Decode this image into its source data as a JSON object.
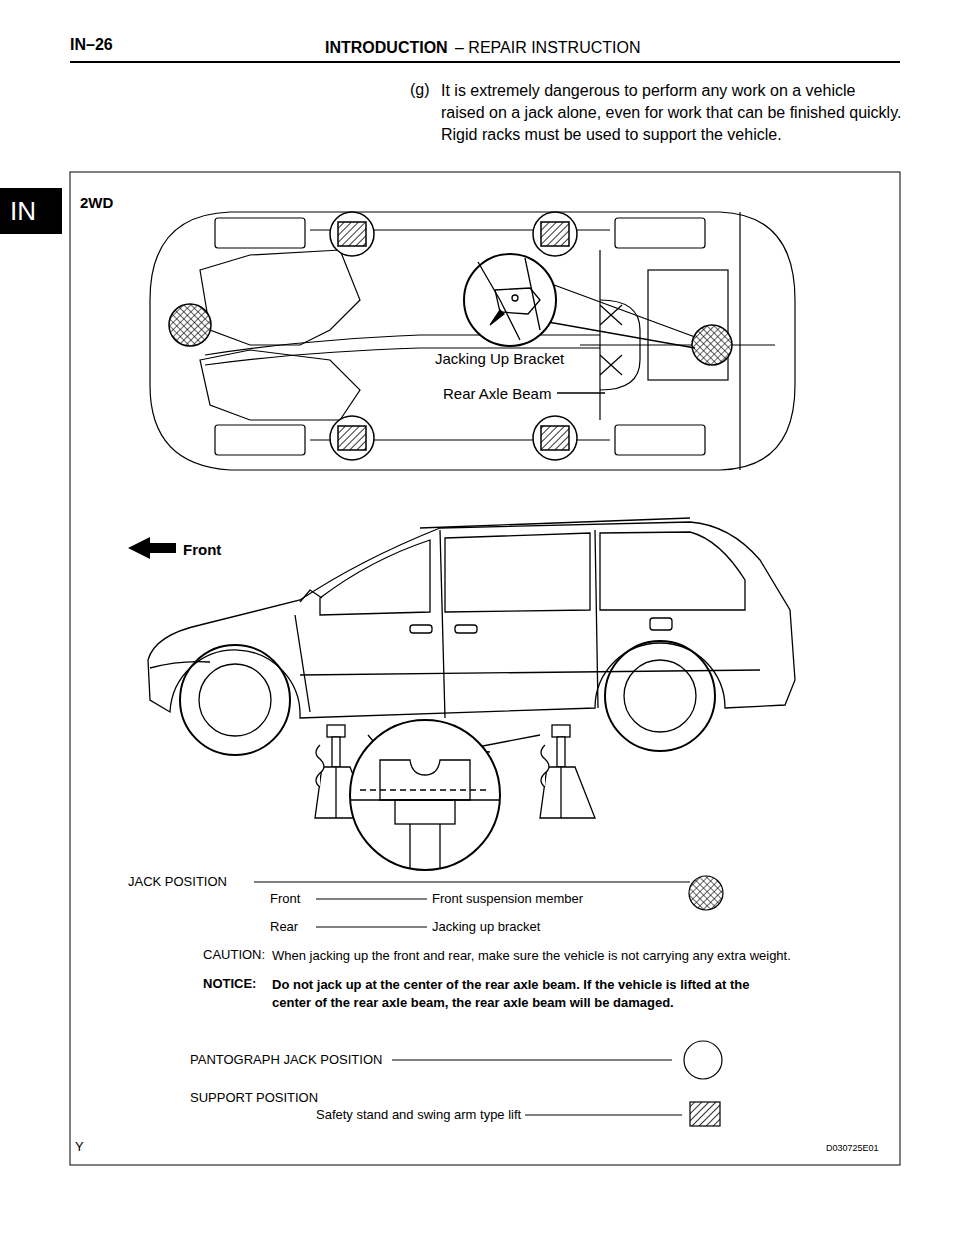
{
  "diagram": {
    "labels": [
      "IN–26",
      "INTRODUCTION",
      "– REPAIR INSTRUCTION",
      "IN",
      "(g)",
      "It is extremely dangerous to perform any work on a vehicle raised on a jack alone, even for work that can be finished quickly. Rigid racks must be used to support the vehicle.",
      "2WD",
      "Jacking Up Bracket",
      "Rear Axle Beam",
      "Front",
      "JACK POSITION",
      "Front",
      "Front suspension member",
      "Rear",
      "Jacking up bracket",
      "CAUTION:",
      "When jacking up the front and rear, make sure the vehicle is not carrying any extra weight.",
      "NOTICE:",
      "Do not jack up at the center of the rear axle beam. If the vehicle is lifted at the center of the rear axle beam, the rear axle beam will be damaged.",
      "PANTOGRAPH JACK POSITION",
      "SUPPORT POSITION",
      "Safety stand and swing arm type lift",
      "Y",
      "D030725E01"
    ]
  }
}
